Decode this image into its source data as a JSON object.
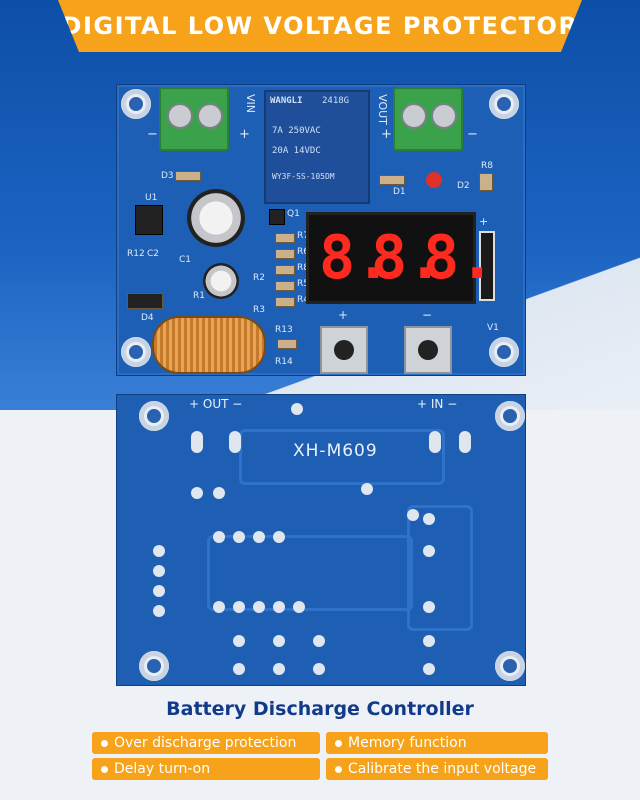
{
  "banner": {
    "title": "DIGITAL LOW VOLTAGE PROTECTOR"
  },
  "board_top": {
    "vin_label": "VIN",
    "vout_label": "VOUT",
    "relay": {
      "brand": "WANGLI",
      "code": "2418G",
      "line1": "7A  250VAC",
      "line2": "20A  14VDC",
      "model": "WY3F-SS-105DM"
    },
    "display_digits": [
      "8.",
      "8.",
      "8."
    ],
    "component_labels": [
      "D3",
      "U1",
      "R12",
      "C2",
      "C1",
      "R1",
      "D4",
      "Q1",
      "R7",
      "R6",
      "R8",
      "R5",
      "R4",
      "R2",
      "R3",
      "R13",
      "R14",
      "D1",
      "D2",
      "R8",
      "V1"
    ],
    "plus": "+",
    "minus": "−"
  },
  "board_bottom": {
    "model": "XH-M609",
    "out_label": "+ OUT −",
    "in_label": "+ IN −"
  },
  "heading": "Battery Discharge Controller",
  "features": [
    "Over discharge protection",
    "Memory function",
    "Delay turn-on",
    "Calibrate the input voltage"
  ],
  "colors": {
    "accent": "#f6a21b",
    "brand_blue": "#123a8a",
    "pcb": "#1d5fb5",
    "segment": "#ff2a1f"
  }
}
